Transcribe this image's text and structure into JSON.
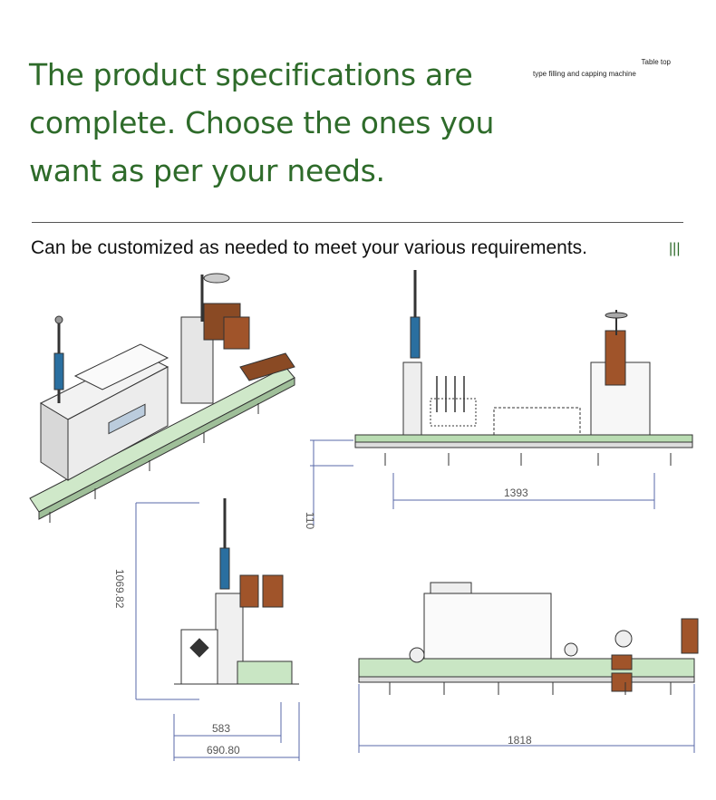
{
  "headline": [
    "The product specifications are",
    "complete. Choose the ones you",
    "want as per your needs."
  ],
  "caption": [
    "Table top",
    "type filling and capping machine"
  ],
  "subline": "Can be customized as needed to meet your various requirements.",
  "mark": "|||",
  "dimensions": {
    "side_height": "110",
    "side_length": "1393",
    "end_height": "1069.82",
    "end_depth_inner": "583",
    "end_depth_outer": "690.80",
    "top_length": "1818"
  },
  "colors": {
    "headline": "#2e6b2a",
    "conveyor": "#c9e6c4",
    "frame": "#333333",
    "dimension": "#5a6aa8"
  }
}
